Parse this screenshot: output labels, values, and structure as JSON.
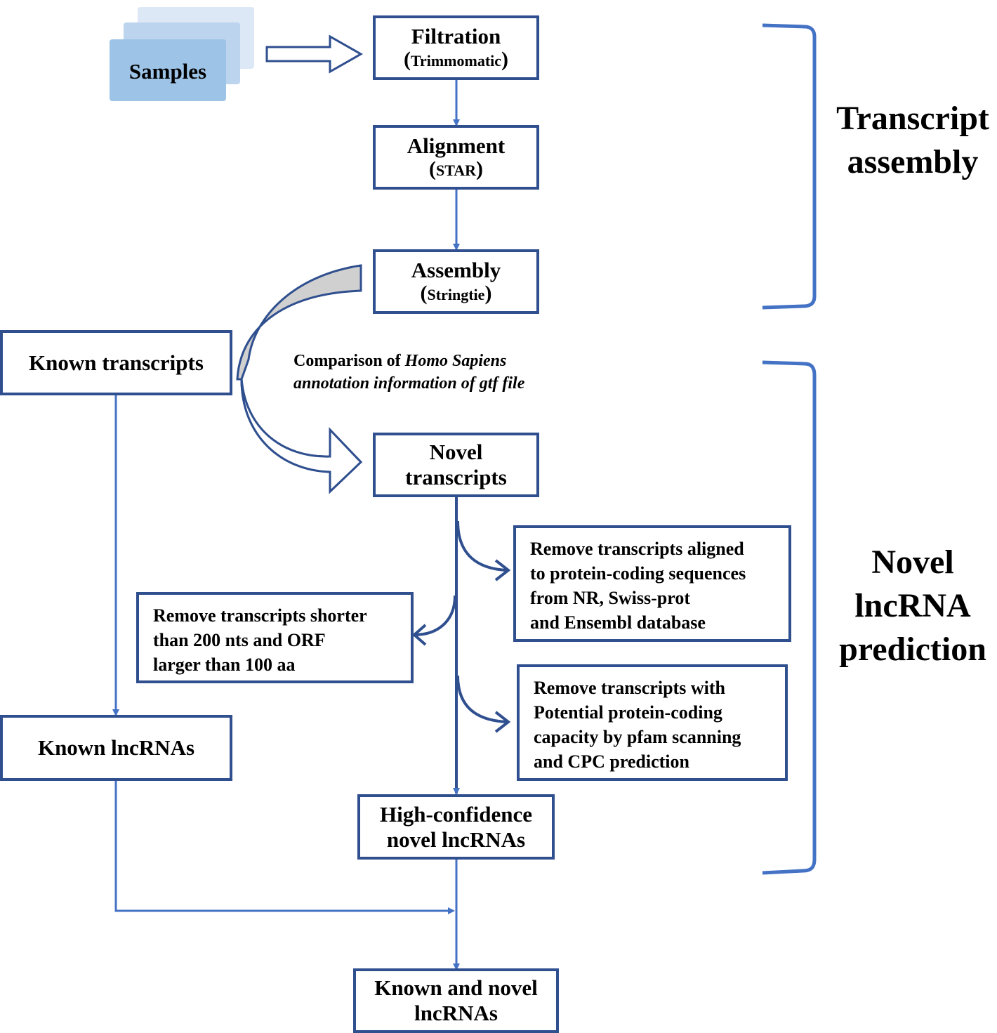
{
  "samples": {
    "label": "Samples"
  },
  "filtration": {
    "title": "Filtration",
    "open": "(",
    "tool": "Trimmomatic",
    "close": ")"
  },
  "alignment": {
    "title": "Alignment",
    "open": "(",
    "tool": "STAR",
    "close": ")"
  },
  "assembly": {
    "title": "Assembly",
    "open": "(",
    "tool": "Stringtie",
    "close": ")"
  },
  "known_transcripts": {
    "label": "Known transcripts"
  },
  "comparison": {
    "prefix": "Comparison of ",
    "species": "Homo Sapiens",
    "line2": "annotation information of gtf file"
  },
  "novel_transcripts": {
    "line1": "Novel",
    "line2": "transcripts"
  },
  "filter_protein": {
    "lines": [
      "Remove transcripts aligned",
      "to protein-coding sequences",
      "from NR, Swiss-prot",
      "and Ensembl database"
    ]
  },
  "filter_length": {
    "lines": [
      "Remove transcripts shorter",
      "than 200 nts and ORF",
      "larger than 100 aa"
    ]
  },
  "filter_pfam": {
    "lines": [
      "Remove transcripts with",
      "Potential protein-coding",
      "capacity by pfam scanning",
      "and CPC prediction"
    ]
  },
  "known_lncrnas": {
    "label": "Known lncRNAs"
  },
  "high_confidence": {
    "line1": "High-confidence",
    "line2": "novel lncRNAs"
  },
  "final": {
    "line1": "Known and novel",
    "line2": "lncRNAs"
  },
  "sections": {
    "transcript_assembly": [
      "Transcript",
      "assembly"
    ],
    "novel_prediction": [
      "Novel",
      "lncRNA",
      "prediction"
    ]
  },
  "colors": {
    "box_border": "#2f4f8f",
    "connector": "#4472c4",
    "sample_stack": "#9dc3e6",
    "gray_arrow": "#d0d0d0"
  }
}
